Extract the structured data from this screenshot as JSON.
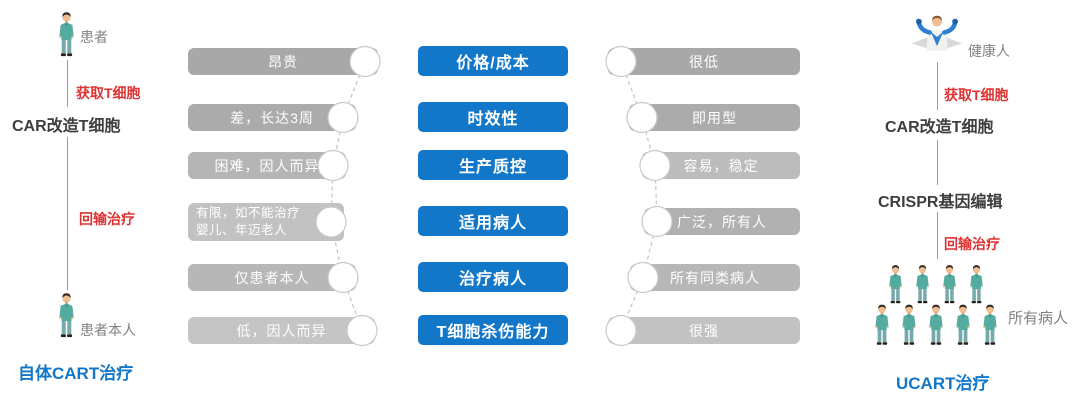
{
  "colors": {
    "accent_blue": "#1277C9",
    "red": "#DE3333",
    "teal": "#54ABA0",
    "bar_gray": "#ababab"
  },
  "left_flow": {
    "actor": "患者",
    "acquire": "获取T细胞",
    "car": "CAR改造T细胞",
    "infuse": "回输治疗",
    "recipient": "患者本人",
    "title": "自体CART治疗"
  },
  "right_flow": {
    "actor": "健康人",
    "acquire": "获取T细胞",
    "car": "CAR改造T细胞",
    "crispr": "CRISPR基因编辑",
    "infuse": "回输治疗",
    "recipients": "所有病人",
    "title": "UCART治疗"
  },
  "comparison": {
    "attributes": [
      "价格/成本",
      "时效性",
      "生产质控",
      "适用病人",
      "治疗病人",
      "T细胞杀伤能力"
    ],
    "autologous": [
      [
        "昂贵"
      ],
      [
        "差，长达3周"
      ],
      [
        "困难，因人而异"
      ],
      [
        "有限，如不能治疗",
        "婴儿、年迈老人"
      ],
      [
        "仅患者本人"
      ],
      [
        "低，因人而异"
      ]
    ],
    "ucart": [
      [
        "很低"
      ],
      [
        "即用型"
      ],
      [
        "容易，稳定"
      ],
      [
        "广泛，所有人"
      ],
      [
        "所有同类病人"
      ],
      [
        "很强"
      ]
    ]
  }
}
